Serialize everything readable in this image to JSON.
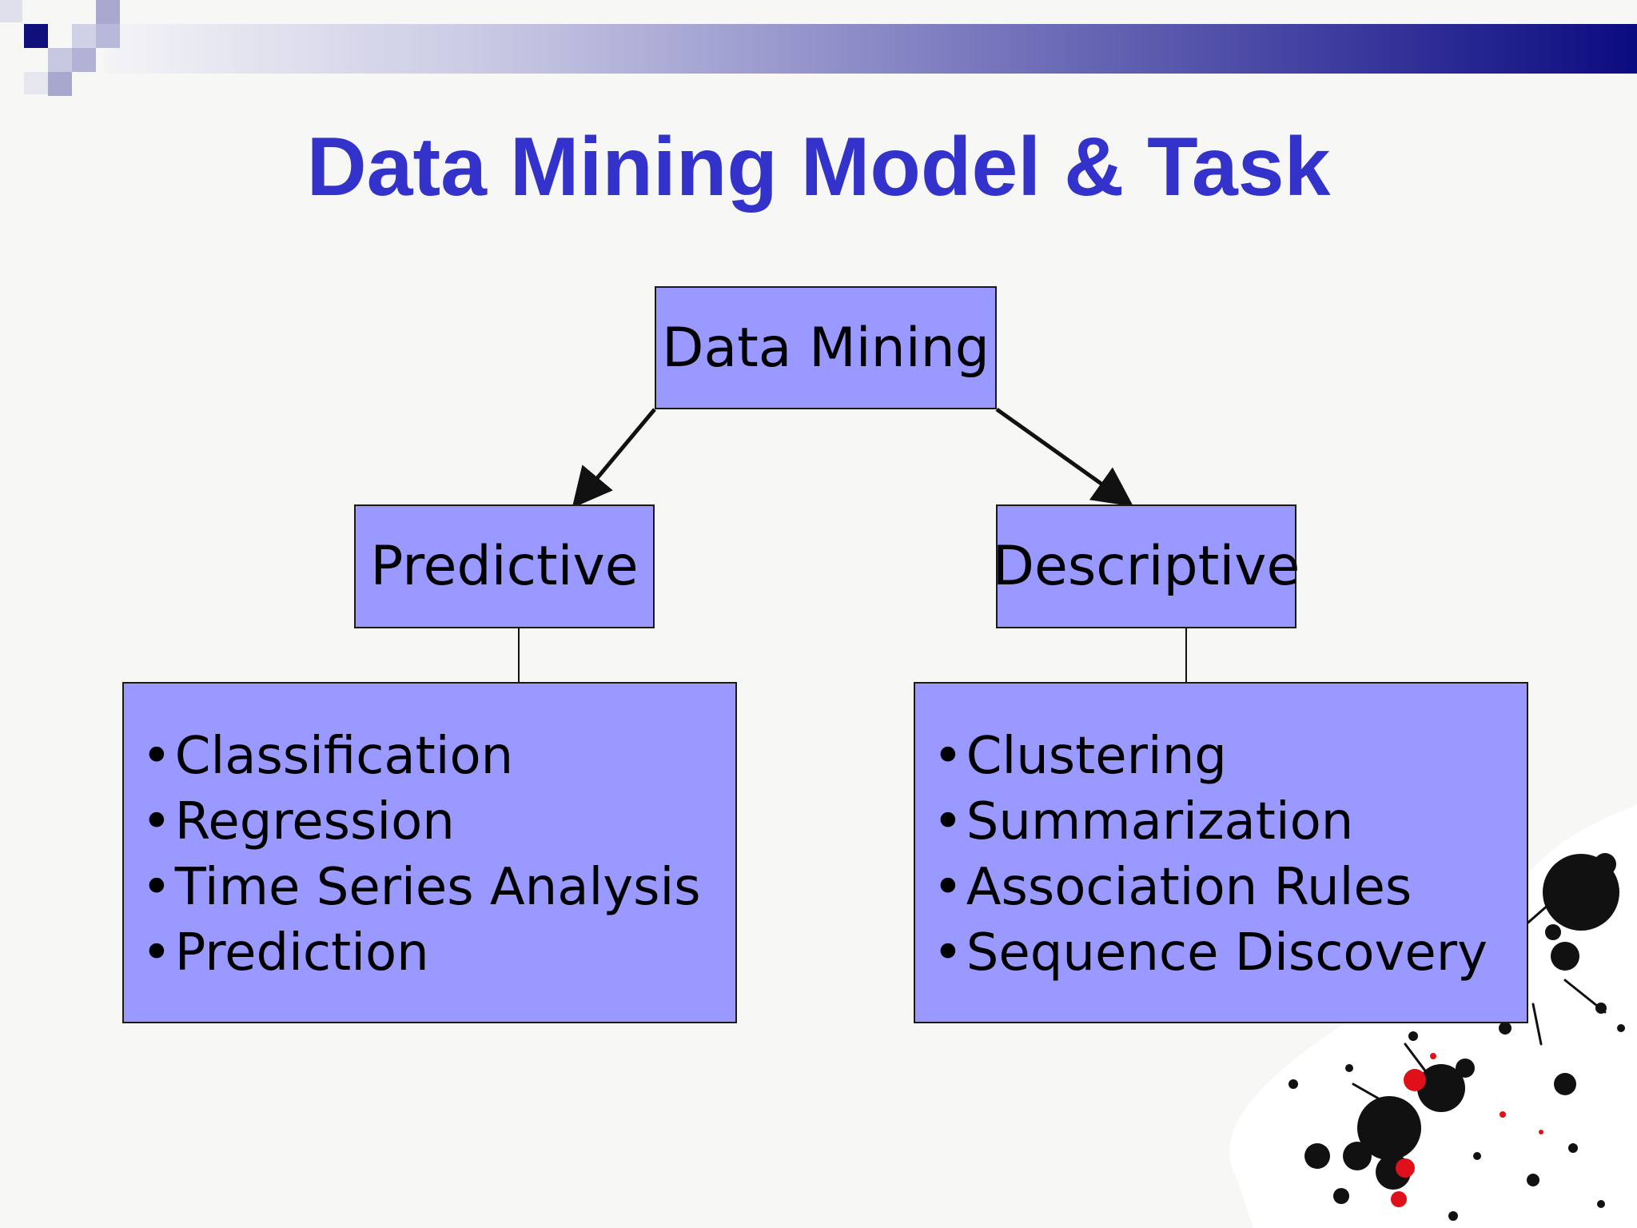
{
  "slide": {
    "title": "Data Mining Model & Task"
  },
  "diagram": {
    "root": {
      "label": "Data Mining"
    },
    "branches": [
      {
        "label": "Predictive",
        "tasks": [
          "Classification",
          "Regression",
          "Time Series Analysis",
          "Prediction"
        ]
      },
      {
        "label": "Descriptive",
        "tasks": [
          "Clustering",
          "Summarization",
          "Association Rules",
          "Sequence Discovery"
        ]
      }
    ]
  },
  "colors": {
    "title": "#3333cc",
    "box_fill": "#9999ff",
    "header_start": "#f4f4f7",
    "header_end": "#0b0b80",
    "splatter_black": "#111111",
    "splatter_red": "#e0101a"
  }
}
